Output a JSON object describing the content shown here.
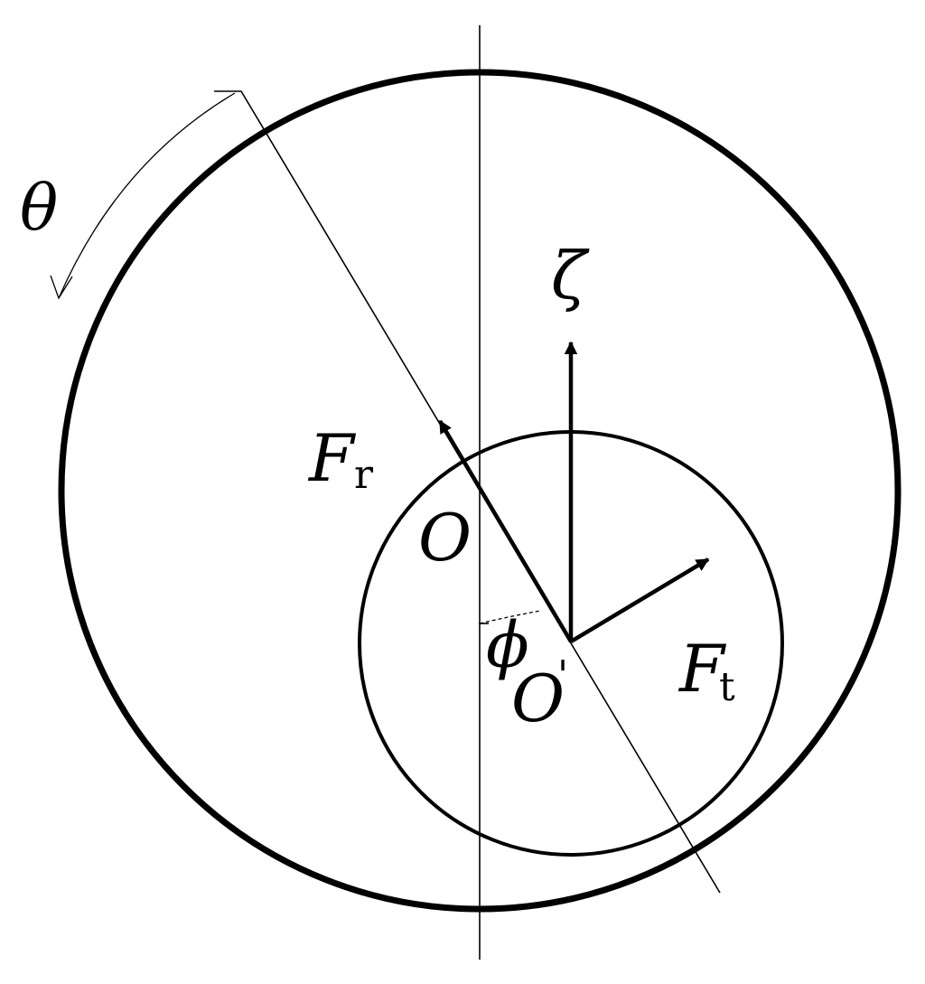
{
  "colors": {
    "background": "#ffffff",
    "stroke": "#000000"
  },
  "labels": {
    "theta": "θ",
    "zeta": "ζ",
    "fr_main": "F",
    "fr_sub": "r",
    "o_center": "O",
    "phi": "ϕ",
    "o_prime": "O",
    "o_prime_mark": "'",
    "ft_main": "F",
    "ft_sub": "t"
  }
}
